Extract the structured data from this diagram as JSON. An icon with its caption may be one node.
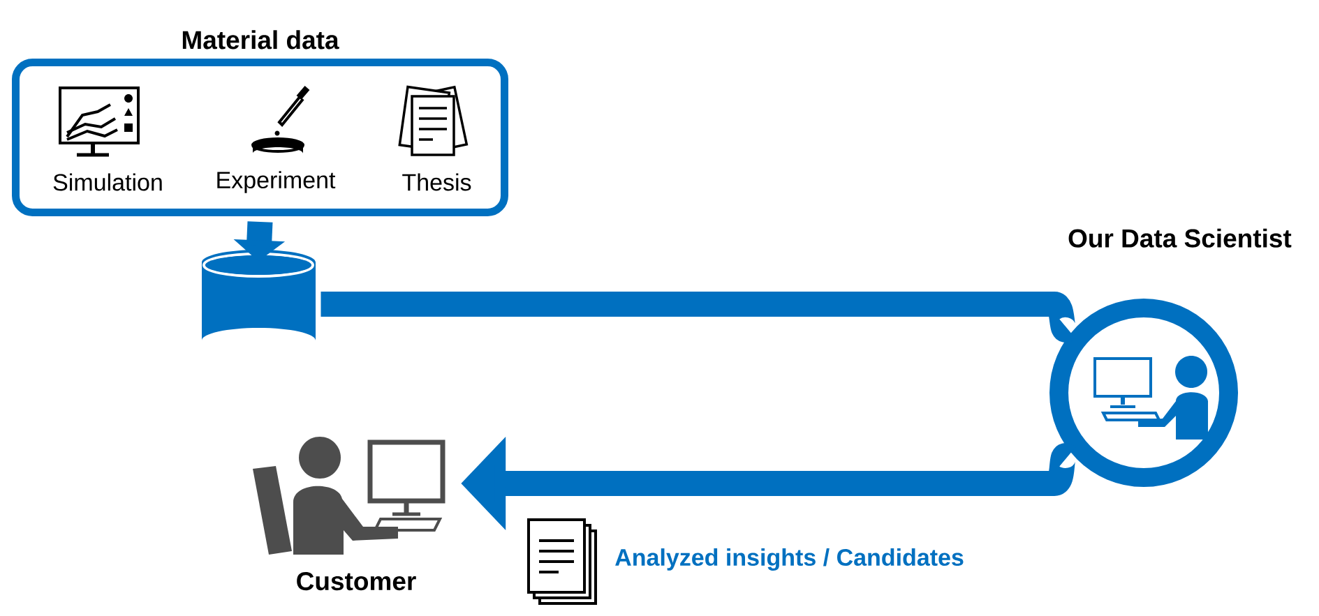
{
  "diagram": {
    "nodes": [
      {
        "text": [
          "Material data"
        ]
      },
      {
        "text": [
          "Simulation"
        ],
        "in": 0
      },
      {
        "text": [
          "Experiment"
        ],
        "in": 0
      },
      {
        "text": [
          "Thesis"
        ],
        "in": 0
      },
      {
        "text": [],
        "shape": "cylinder"
      },
      {
        "text": [
          "Our Data Scientist"
        ]
      },
      {
        "text": [
          "Customer"
        ]
      }
    ],
    "edges": [
      {
        "from": 0,
        "to": 4,
        "arrow": "to"
      },
      {
        "from": 4,
        "to": 5,
        "arrow": "none"
      },
      {
        "from": 5,
        "to": 6,
        "arrow": "to"
      }
    ],
    "labels": [
      "Analyzed insights / Candidates"
    ]
  }
}
